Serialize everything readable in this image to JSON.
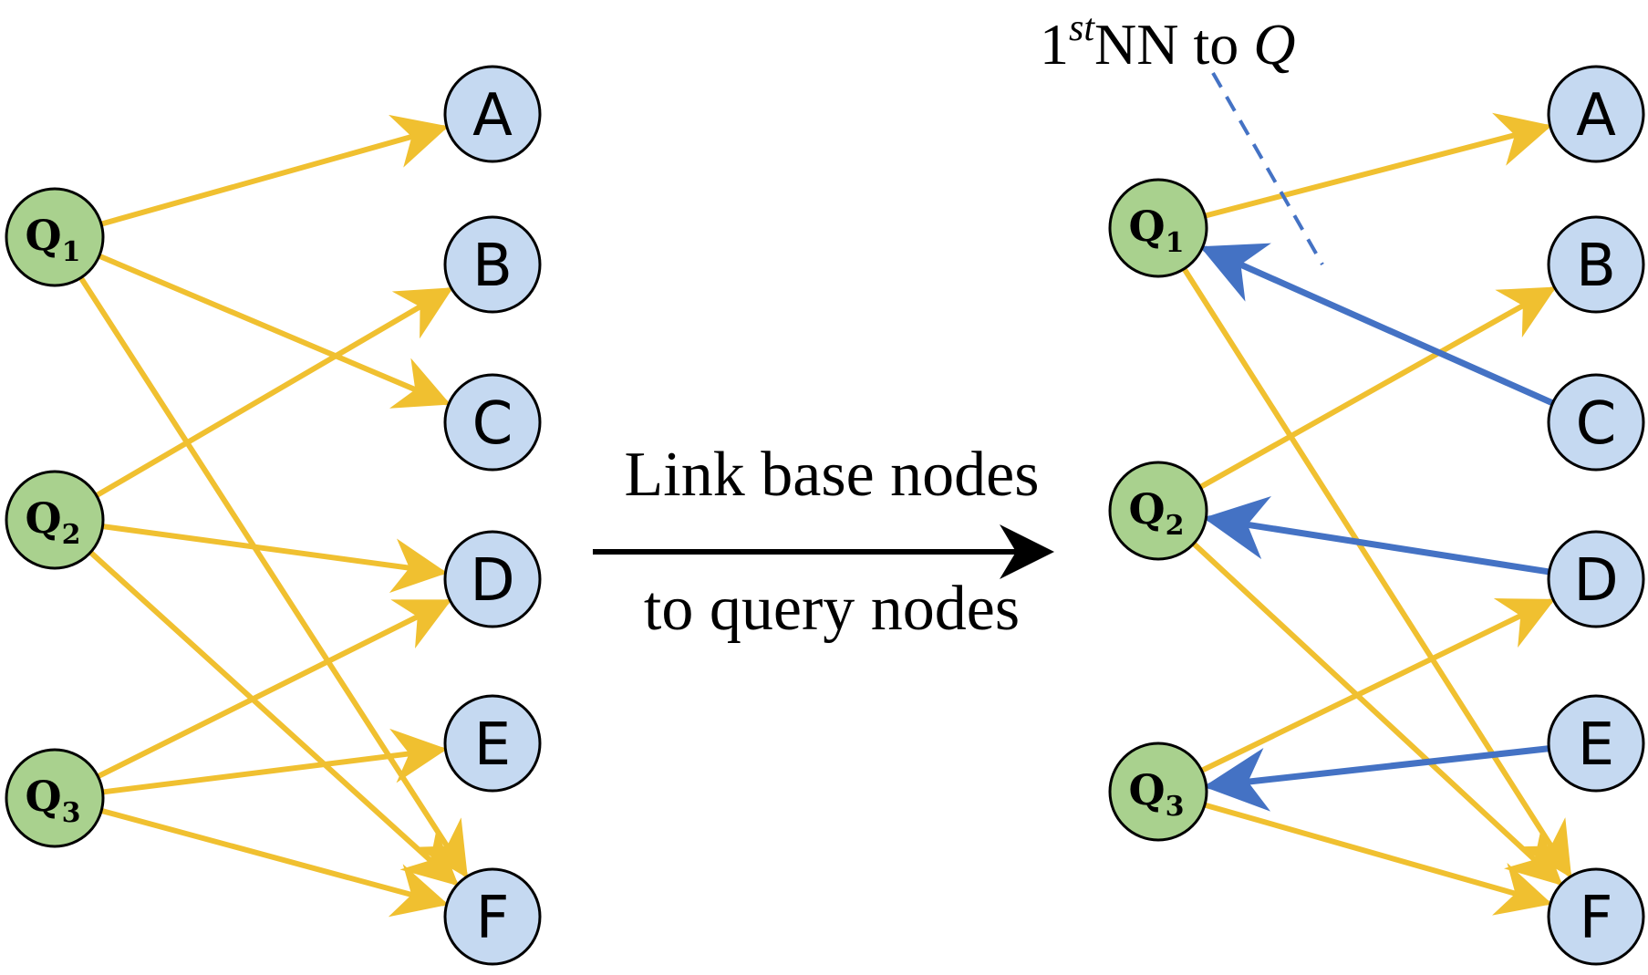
{
  "colors": {
    "query_node_fill": "#a9d18e",
    "base_node_fill": "#c5d9f1",
    "query_edge": "#f0c030",
    "reverse_edge": "#4472c4",
    "arrow": "#000000"
  },
  "query_nodes": [
    {
      "letter": "Q",
      "sub": "1"
    },
    {
      "letter": "Q",
      "sub": "2"
    },
    {
      "letter": "Q",
      "sub": "3"
    }
  ],
  "base_nodes": [
    "A",
    "B",
    "C",
    "D",
    "E",
    "F"
  ],
  "left_edges": [
    [
      "Q1",
      "A"
    ],
    [
      "Q1",
      "C"
    ],
    [
      "Q1",
      "F"
    ],
    [
      "Q2",
      "B"
    ],
    [
      "Q2",
      "D"
    ],
    [
      "Q2",
      "F"
    ],
    [
      "Q3",
      "D"
    ],
    [
      "Q3",
      "E"
    ],
    [
      "Q3",
      "F"
    ]
  ],
  "right_query_edges": [
    [
      "Q1",
      "A"
    ],
    [
      "Q1",
      "F"
    ],
    [
      "Q2",
      "B"
    ],
    [
      "Q2",
      "F"
    ],
    [
      "Q3",
      "D"
    ],
    [
      "Q3",
      "F"
    ]
  ],
  "right_reverse_edges": [
    [
      "C",
      "Q1"
    ],
    [
      "D",
      "Q2"
    ],
    [
      "E",
      "Q3"
    ]
  ],
  "transition": {
    "line1": "Link base nodes",
    "line2": "to query nodes"
  },
  "annotation": {
    "prefix": "1",
    "superscript": "st",
    "main": "NN to ",
    "italic": "Q"
  }
}
